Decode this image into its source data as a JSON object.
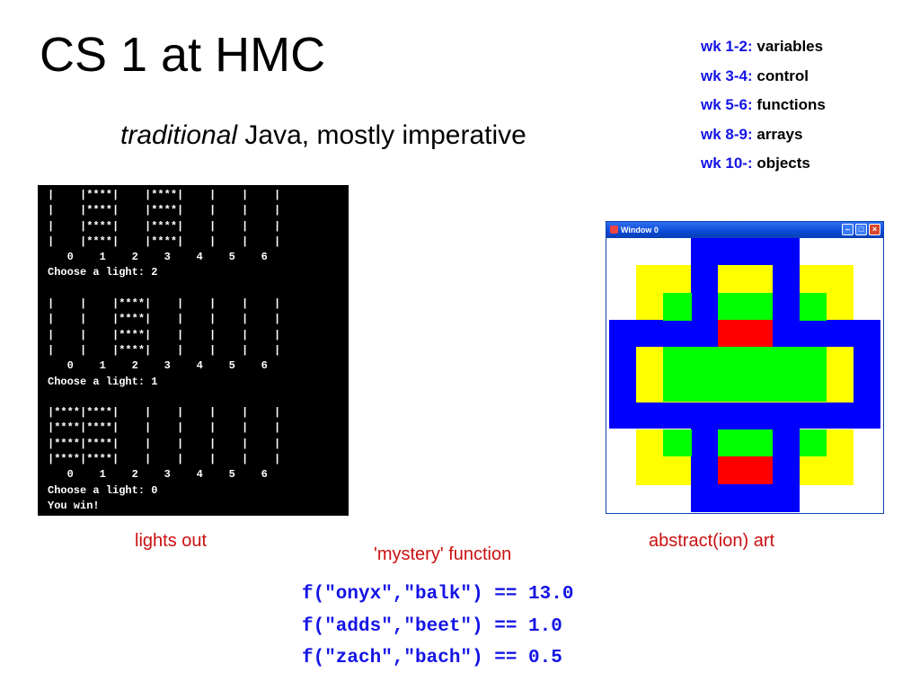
{
  "slide": {
    "title": "CS 1 at HMC",
    "subtitle_emphasis": "traditional",
    "subtitle_rest": " Java, mostly imperative"
  },
  "schedule": [
    {
      "weeks": "wk 1-2:",
      "topic": " variables"
    },
    {
      "weeks": "wk 3-4:",
      "topic": " control"
    },
    {
      "weeks": "wk 5-6:",
      "topic": " functions"
    },
    {
      "weeks": "wk 8-9:",
      "topic": " arrays"
    },
    {
      "weeks": "wk 10-:",
      "topic": " objects"
    }
  ],
  "console": {
    "lines": [
      "|    |****|    |****|    |    |    |",
      "|    |****|    |****|    |    |    |",
      "|    |****|    |****|    |    |    |",
      "|    |****|    |****|    |    |    |",
      "   0    1    2    3    4    5    6",
      "Choose a light: 2",
      "",
      "|    |    |****|    |    |    |    |",
      "|    |    |****|    |    |    |    |",
      "|    |    |****|    |    |    |    |",
      "|    |    |****|    |    |    |    |",
      "   0    1    2    3    4    5    6",
      "Choose a light: 1",
      "",
      "|****|****|    |    |    |    |    |",
      "|****|****|    |    |    |    |    |",
      "|****|****|    |    |    |    |    |",
      "|****|****|    |    |    |    |    |",
      "   0    1    2    3    4    5    6",
      "Choose a light: 0",
      "You win!"
    ]
  },
  "window": {
    "title": "Window 0",
    "icons": {
      "minimize": "minimize-icon",
      "maximize": "maximize-icon",
      "close": "close-icon"
    },
    "colors": {
      "blue": "#0000ff",
      "yellow": "#ffff00",
      "green": "#00ff00",
      "red": "#ff0000",
      "white": "#ffffff"
    }
  },
  "captions": {
    "lights_out": "lights out",
    "mystery": "'mystery' function",
    "art": "abstract(ion) art"
  },
  "examples": [
    "f(\"onyx\",\"balk\") == 13.0",
    "f(\"adds\",\"beet\") == 1.0",
    "f(\"zach\",\"bach\") == 0.5"
  ],
  "colors": {
    "caption": "#cc1010",
    "accent_blue": "#1414e6"
  }
}
